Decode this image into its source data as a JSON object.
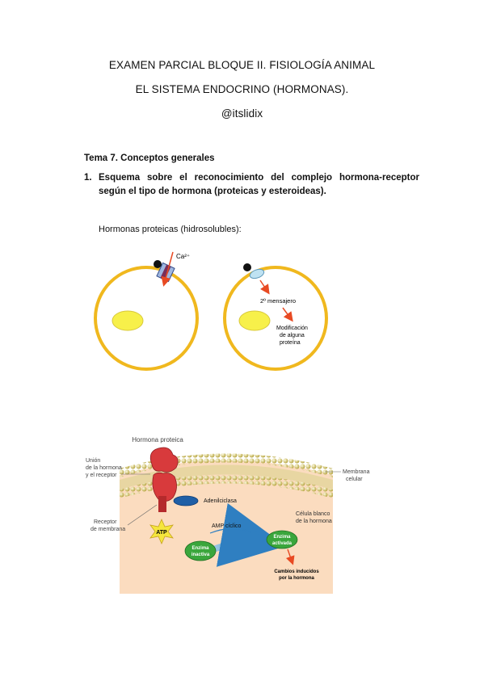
{
  "header": {
    "line1": "EXAMEN PARCIAL BLOQUE II. FISIOLOGÍA ANIMAL",
    "line2": "EL SISTEMA ENDOCRINO (HORMONAS).",
    "line3": "@itslidix"
  },
  "section": {
    "title": "Tema 7. Conceptos generales"
  },
  "question": {
    "number": "1.",
    "text": "Esquema sobre el reconocimiento del complejo hormona-receptor según el tipo de hormona (proteicas y esteroideas)."
  },
  "subheading": "Hormonas proteicas (hidrosolubles):",
  "figure1": {
    "ion_label": "Ca²⁺",
    "messenger_label": "2º mensajero",
    "modification_line1": "Modificación",
    "modification_line2": "de alguna",
    "modification_line3": "proteína"
  },
  "figure2": {
    "hormone_label": "Hormona proteica",
    "union_line1": "Unión",
    "union_line2": "de la hormona",
    "union_line3": "y el receptor",
    "membrane_line1": "Membrana",
    "membrane_line2": "celular",
    "adenylate": "Adenilciclasa",
    "target_line1": "Célula blanco",
    "target_line2": "de la hormona",
    "receptor_line1": "Receptor",
    "receptor_line2": "de membrana",
    "atp": "ATP",
    "camp": "AMP cíclico",
    "inactive_line1": "Enzima",
    "inactive_line2": "inactiva",
    "active_line1": "Enzima",
    "active_line2": "activada",
    "changes_line1": "Cambios inducidos",
    "changes_line2": "por la hormona"
  },
  "colors": {
    "cell_border": "#f0b81e",
    "nucleus": "#f7f04a",
    "cytoplasm": "#fbdcbf",
    "hormone": "#d83a3c",
    "enzyme": "#3aa63c",
    "arrow": "#e84a23"
  }
}
